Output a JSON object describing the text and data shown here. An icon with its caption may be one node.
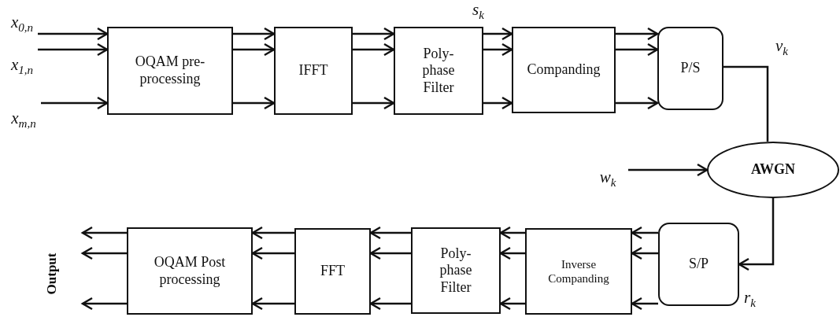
{
  "diagram": {
    "nodes": [
      {
        "text": [
          "x$_{0,n}$"
        ]
      },
      {
        "text": [
          "x$_{1,n}$"
        ]
      },
      {
        "text": [
          "x$_{m,n}$"
        ]
      },
      {
        "text": [
          "OQAM pre-processing"
        ]
      },
      {
        "text": [
          "IFFT"
        ]
      },
      {
        "text": [
          "Poly- phase Filter"
        ]
      },
      {
        "text": [
          "Companding"
        ]
      },
      {
        "text": [
          "P/S"
        ]
      },
      {
        "text": [
          "AWGN"
        ]
      },
      {
        "text": [
          "w$_{k}$"
        ]
      },
      {
        "text": [
          "S/P"
        ]
      },
      {
        "text": [
          "Inverse Companding"
        ]
      },
      {
        "text": [
          "Poly- phase Filter"
        ]
      },
      {
        "text": [
          "FFT"
        ]
      },
      {
        "text": [
          "OQAM Post processing"
        ]
      }
    ],
    "edges": [
      {
        "from": 0,
        "to": 3,
        "arrow": "to"
      },
      {
        "from": 1,
        "to": 3,
        "arrow": "to"
      },
      {
        "from": 2,
        "to": 3,
        "arrow": "to"
      },
      {
        "from": 3,
        "to": 4,
        "arrow": "to"
      },
      {
        "from": 3,
        "to": 4,
        "arrow": "to"
      },
      {
        "from": 3,
        "to": 4,
        "arrow": "to"
      },
      {
        "from": 4,
        "to": 5,
        "arrow": "to"
      },
      {
        "from": 4,
        "to": 5,
        "arrow": "to"
      },
      {
        "from": 4,
        "to": 5,
        "arrow": "to"
      },
      {
        "from": 5,
        "to": 6,
        "arrow": "to"
      },
      {
        "from": 5,
        "to": 6,
        "arrow": "to"
      },
      {
        "from": 5,
        "to": 6,
        "arrow": "to"
      },
      {
        "from": 6,
        "to": 7,
        "arrow": "to"
      },
      {
        "from": 6,
        "to": 7,
        "arrow": "to"
      },
      {
        "from": 6,
        "to": 7,
        "arrow": "to"
      },
      {
        "from": 7,
        "to": 8,
        "arrow": "none"
      },
      {
        "from": 9,
        "to": 8,
        "arrow": "to"
      },
      {
        "from": 8,
        "to": 10,
        "arrow": "to"
      },
      {
        "from": 10,
        "to": 11,
        "arrow": "to"
      },
      {
        "from": 10,
        "to": 11,
        "arrow": "to"
      },
      {
        "from": 10,
        "to": 11,
        "arrow": "to"
      },
      {
        "from": 11,
        "to": 12,
        "arrow": "to"
      },
      {
        "from": 11,
        "to": 12,
        "arrow": "to"
      },
      {
        "from": 11,
        "to": 12,
        "arrow": "to"
      },
      {
        "from": 12,
        "to": 13,
        "arrow": "to"
      },
      {
        "from": 12,
        "to": 13,
        "arrow": "to"
      },
      {
        "from": 12,
        "to": 13,
        "arrow": "to"
      },
      {
        "from": 13,
        "to": 14,
        "arrow": "to"
      },
      {
        "from": 13,
        "to": 14,
        "arrow": "to"
      },
      {
        "from": 13,
        "to": 14,
        "arrow": "to"
      },
      {
        "from": 14,
        "to": null,
        "arrow": "to"
      },
      {
        "from": 14,
        "to": null,
        "arrow": "to"
      },
      {
        "from": 14,
        "to": null,
        "arrow": "to"
      }
    ],
    "labels": [
      "s$_{k}$",
      "v$_{k}$",
      "r$_{k}$",
      "Output"
    ]
  }
}
